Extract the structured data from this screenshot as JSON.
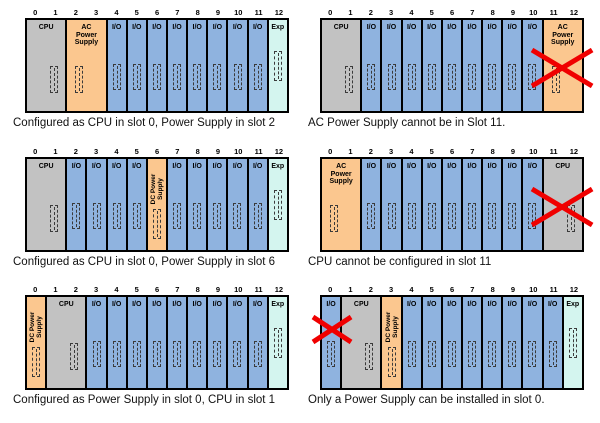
{
  "palette": {
    "cpu_fill": "#C2C2C2",
    "power_fill": "#FBC78F",
    "io_fill": "#8FB3DF",
    "exp_fill": "#D4F5EF",
    "module_border": "#000000",
    "cross_color": "#F00000",
    "connector_color": "#3A3A3A",
    "caption_color": "#111111"
  },
  "slot_numbers": [
    "0",
    "1",
    "2",
    "3",
    "4",
    "5",
    "6",
    "7",
    "8",
    "9",
    "10",
    "11",
    "12"
  ],
  "diagrams": [
    {
      "caption": "Configured as CPU in slot 0, Power Supply in slot 2",
      "crossed_module": null,
      "modules": [
        {
          "type": "cpu",
          "label": [
            "CPU"
          ],
          "slots": 2
        },
        {
          "type": "power",
          "label": [
            "AC",
            "Power",
            "Supply"
          ],
          "slots": 2
        },
        {
          "type": "io",
          "label": [
            "I/O"
          ],
          "slots": 1
        },
        {
          "type": "io",
          "label": [
            "I/O"
          ],
          "slots": 1
        },
        {
          "type": "io",
          "label": [
            "I/O"
          ],
          "slots": 1
        },
        {
          "type": "io",
          "label": [
            "I/O"
          ],
          "slots": 1
        },
        {
          "type": "io",
          "label": [
            "I/O"
          ],
          "slots": 1
        },
        {
          "type": "io",
          "label": [
            "I/O"
          ],
          "slots": 1
        },
        {
          "type": "io",
          "label": [
            "I/O"
          ],
          "slots": 1
        },
        {
          "type": "io",
          "label": [
            "I/O"
          ],
          "slots": 1
        },
        {
          "type": "exp",
          "label": [
            "Exp"
          ],
          "slots": 1
        }
      ]
    },
    {
      "caption": "AC Power Supply cannot be in Slot 11.",
      "crossed_module": 10,
      "modules": [
        {
          "type": "cpu",
          "label": [
            "CPU"
          ],
          "slots": 2
        },
        {
          "type": "io",
          "label": [
            "I/O"
          ],
          "slots": 1
        },
        {
          "type": "io",
          "label": [
            "I/O"
          ],
          "slots": 1
        },
        {
          "type": "io",
          "label": [
            "I/O"
          ],
          "slots": 1
        },
        {
          "type": "io",
          "label": [
            "I/O"
          ],
          "slots": 1
        },
        {
          "type": "io",
          "label": [
            "I/O"
          ],
          "slots": 1
        },
        {
          "type": "io",
          "label": [
            "I/O"
          ],
          "slots": 1
        },
        {
          "type": "io",
          "label": [
            "I/O"
          ],
          "slots": 1
        },
        {
          "type": "io",
          "label": [
            "I/O"
          ],
          "slots": 1
        },
        {
          "type": "io",
          "label": [
            "I/O"
          ],
          "slots": 1
        },
        {
          "type": "power",
          "label": [
            "AC",
            "Power",
            "Supply"
          ],
          "slots": 2
        }
      ]
    },
    {
      "caption": "Configured as CPU in slot 0, Power Supply in slot 6",
      "crossed_module": null,
      "modules": [
        {
          "type": "cpu",
          "label": [
            "CPU"
          ],
          "slots": 2
        },
        {
          "type": "io",
          "label": [
            "I/O"
          ],
          "slots": 1
        },
        {
          "type": "io",
          "label": [
            "I/O"
          ],
          "slots": 1
        },
        {
          "type": "io",
          "label": [
            "I/O"
          ],
          "slots": 1
        },
        {
          "type": "io",
          "label": [
            "I/O"
          ],
          "slots": 1
        },
        {
          "type": "power",
          "label": [
            "DC Power",
            "Supply"
          ],
          "slots": 1,
          "vertical": true
        },
        {
          "type": "io",
          "label": [
            "I/O"
          ],
          "slots": 1
        },
        {
          "type": "io",
          "label": [
            "I/O"
          ],
          "slots": 1
        },
        {
          "type": "io",
          "label": [
            "I/O"
          ],
          "slots": 1
        },
        {
          "type": "io",
          "label": [
            "I/O"
          ],
          "slots": 1
        },
        {
          "type": "io",
          "label": [
            "I/O"
          ],
          "slots": 1
        },
        {
          "type": "exp",
          "label": [
            "Exp"
          ],
          "slots": 1
        }
      ]
    },
    {
      "caption": "CPU cannot be configured in slot 11",
      "crossed_module": 10,
      "modules": [
        {
          "type": "power",
          "label": [
            "AC",
            "Power",
            "Supply"
          ],
          "slots": 2
        },
        {
          "type": "io",
          "label": [
            "I/O"
          ],
          "slots": 1
        },
        {
          "type": "io",
          "label": [
            "I/O"
          ],
          "slots": 1
        },
        {
          "type": "io",
          "label": [
            "I/O"
          ],
          "slots": 1
        },
        {
          "type": "io",
          "label": [
            "I/O"
          ],
          "slots": 1
        },
        {
          "type": "io",
          "label": [
            "I/O"
          ],
          "slots": 1
        },
        {
          "type": "io",
          "label": [
            "I/O"
          ],
          "slots": 1
        },
        {
          "type": "io",
          "label": [
            "I/O"
          ],
          "slots": 1
        },
        {
          "type": "io",
          "label": [
            "I/O"
          ],
          "slots": 1
        },
        {
          "type": "io",
          "label": [
            "I/O"
          ],
          "slots": 1
        },
        {
          "type": "cpu",
          "label": [
            "CPU"
          ],
          "slots": 2
        }
      ]
    },
    {
      "caption": "Configured as Power Supply in slot 0, CPU in slot 1",
      "crossed_module": null,
      "modules": [
        {
          "type": "power",
          "label": [
            "DC Power",
            "Supply"
          ],
          "slots": 1,
          "vertical": true
        },
        {
          "type": "cpu",
          "label": [
            "CPU"
          ],
          "slots": 2
        },
        {
          "type": "io",
          "label": [
            "I/O"
          ],
          "slots": 1
        },
        {
          "type": "io",
          "label": [
            "I/O"
          ],
          "slots": 1
        },
        {
          "type": "io",
          "label": [
            "I/O"
          ],
          "slots": 1
        },
        {
          "type": "io",
          "label": [
            "I/O"
          ],
          "slots": 1
        },
        {
          "type": "io",
          "label": [
            "I/O"
          ],
          "slots": 1
        },
        {
          "type": "io",
          "label": [
            "I/O"
          ],
          "slots": 1
        },
        {
          "type": "io",
          "label": [
            "I/O"
          ],
          "slots": 1
        },
        {
          "type": "io",
          "label": [
            "I/O"
          ],
          "slots": 1
        },
        {
          "type": "io",
          "label": [
            "I/O"
          ],
          "slots": 1
        },
        {
          "type": "exp",
          "label": [
            "Exp"
          ],
          "slots": 1
        }
      ]
    },
    {
      "caption": "Only a Power Supply can be installed in slot 0.",
      "crossed_module": 0,
      "modules": [
        {
          "type": "io",
          "label": [
            "I/O"
          ],
          "slots": 1
        },
        {
          "type": "cpu",
          "label": [
            "CPU"
          ],
          "slots": 2
        },
        {
          "type": "power",
          "label": [
            "DC Power",
            "Supply"
          ],
          "slots": 1,
          "vertical": true
        },
        {
          "type": "io",
          "label": [
            "I/O"
          ],
          "slots": 1
        },
        {
          "type": "io",
          "label": [
            "I/O"
          ],
          "slots": 1
        },
        {
          "type": "io",
          "label": [
            "I/O"
          ],
          "slots": 1
        },
        {
          "type": "io",
          "label": [
            "I/O"
          ],
          "slots": 1
        },
        {
          "type": "io",
          "label": [
            "I/O"
          ],
          "slots": 1
        },
        {
          "type": "io",
          "label": [
            "I/O"
          ],
          "slots": 1
        },
        {
          "type": "io",
          "label": [
            "I/O"
          ],
          "slots": 1
        },
        {
          "type": "io",
          "label": [
            "I/O"
          ],
          "slots": 1
        },
        {
          "type": "exp",
          "label": [
            "Exp"
          ],
          "slots": 1
        }
      ]
    }
  ]
}
